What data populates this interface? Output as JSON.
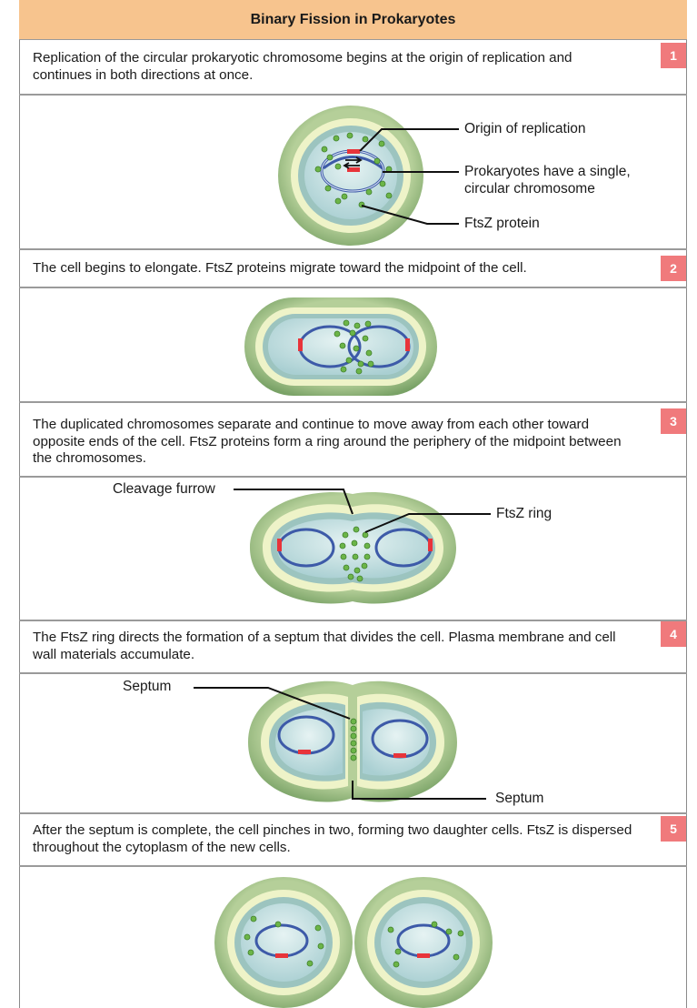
{
  "title": "Binary Fission in Prokaryotes",
  "steps": [
    {
      "number": "1",
      "text": "Replication of the circular prokaryotic chromosome begins at the origin of replication and continues in both directions at once."
    },
    {
      "number": "2",
      "text": "The cell begins to elongate. FtsZ proteins migrate toward the midpoint of the cell."
    },
    {
      "number": "3",
      "text": "The duplicated chromosomes separate and continue to move away from each other toward opposite ends of the cell. FtsZ proteins form a ring around the periphery of the midpoint between the chromosomes."
    },
    {
      "number": "4",
      "text": "The FtsZ ring directs the formation of a septum that divides the cell. Plasma membrane and cell wall materials accumulate."
    },
    {
      "number": "5",
      "text": "After the septum is complete, the cell pinches in two, forming two daughter cells. FtsZ is dispersed throughout the cytoplasm of the new cells."
    }
  ],
  "labels": {
    "origin": "Origin of replication",
    "single_chromosome_1": "Prokaryotes have a single,",
    "single_chromosome_2": "circular chromosome",
    "ftsz_protein": "FtsZ protein",
    "cleavage_furrow": "Cleavage furrow",
    "ftsz_ring": "FtsZ ring",
    "septum_top": "Septum",
    "septum_bottom": "Septum"
  },
  "colors": {
    "title_bar": "#f7c48e",
    "step_badge": "#f07a7c",
    "cell_wall": "#8fb07a",
    "cell_membrane": "#e4edc4",
    "cytoplasm": "#c9e3e3",
    "chromosome": "#3d5aa8",
    "origin_marker": "#e8343a",
    "ftsz": "#5aa63a"
  }
}
